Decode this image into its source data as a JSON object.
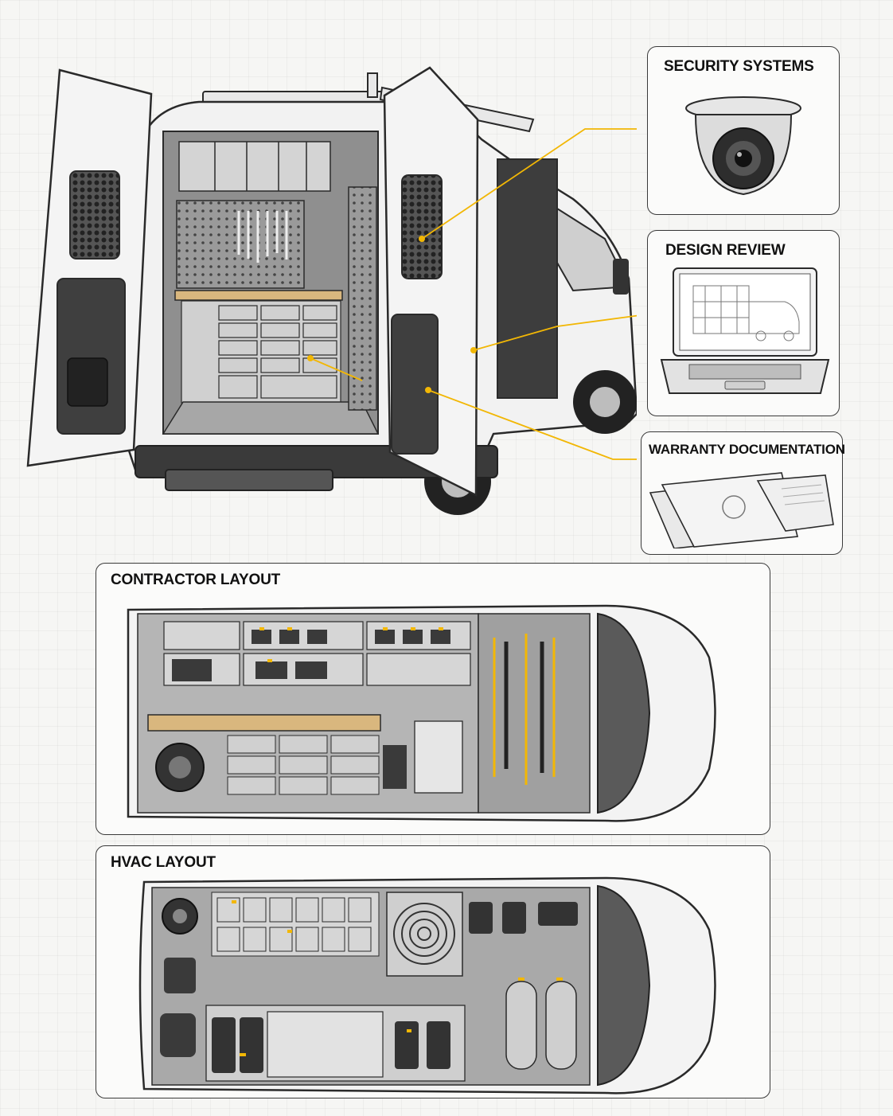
{
  "callouts": {
    "security": {
      "title": "SECURITY SYSTEMS",
      "icon": "dome-camera-icon"
    },
    "design": {
      "title": "DESIGN REVIEW",
      "icon": "laptop-icon"
    },
    "warranty": {
      "title": "WARRANTY DOCUMENTATION",
      "icon": "documents-icon"
    }
  },
  "layouts": {
    "contractor": {
      "title": "CONTRACTOR LAYOUT"
    },
    "hvac": {
      "title": "HVAC LAYOUT"
    }
  },
  "colors": {
    "accent": "#f2b705",
    "outline": "#2a2a2a",
    "wood": "#d9b77e",
    "metal": "#c9c9c9",
    "dark": "#3a3a3a"
  }
}
